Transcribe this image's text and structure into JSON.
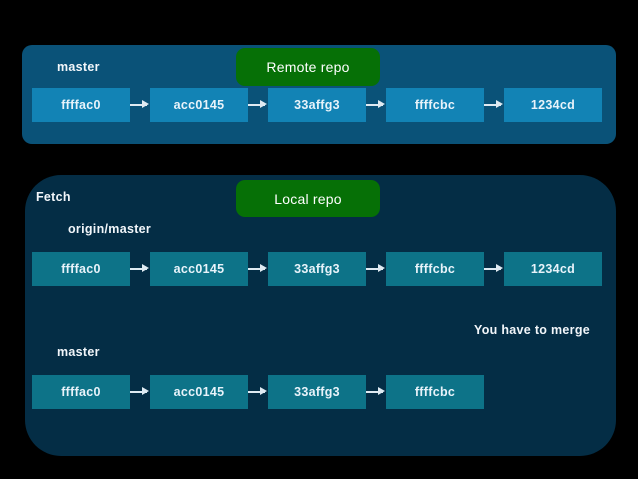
{
  "diagram": {
    "title_remote": "Remote repo",
    "title_local": "Local repo",
    "colors": {
      "background": "#000000",
      "remote_panel": "#0a5278",
      "local_panel": "#042d45",
      "tag_green": "#067006",
      "commit_remote": "#1283b5",
      "commit_local": "#0d7388",
      "text": "#f2f6fa",
      "arrow": "#dfeaf2"
    }
  },
  "remote": {
    "branch_label": "master",
    "commits": [
      "ffffac0",
      "acc0145",
      "33affg3",
      "ffffcbc",
      "1234cd"
    ]
  },
  "local": {
    "operation_label": "Fetch",
    "tracking_branch_label": "origin/master",
    "tracking_commits": [
      "ffffac0",
      "acc0145",
      "33affg3",
      "ffffcbc",
      "1234cd"
    ],
    "note": "You have to merge",
    "branch_label": "master",
    "branch_commits": [
      "ffffac0",
      "acc0145",
      "33affg3",
      "ffffcbc"
    ]
  }
}
